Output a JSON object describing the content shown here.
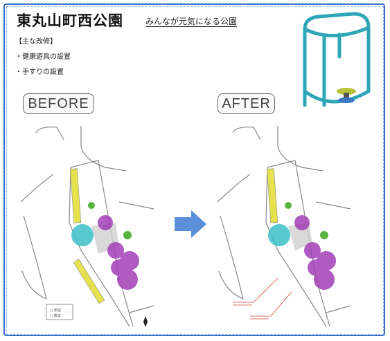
{
  "header": {
    "title": "東丸山町西公園",
    "subtitle": "みんなが元気になる公園"
  },
  "notes": {
    "heading": "【主な改修】",
    "items": [
      "・健康遊具の設置",
      "・手すりの設置"
    ]
  },
  "labels": {
    "before": "BEFORE",
    "after": "AFTER"
  },
  "colors": {
    "frame": "#3b6fc4",
    "arrow": "#5b8fd9",
    "cyan": "#3bbfc9",
    "purple": "#a23fb8",
    "green": "#58b33f",
    "yellow": "#e5e24d",
    "equipment": "#2fa6b8"
  },
  "legend": {
    "items": [
      "○ 新設",
      "○ 撤去"
    ]
  }
}
